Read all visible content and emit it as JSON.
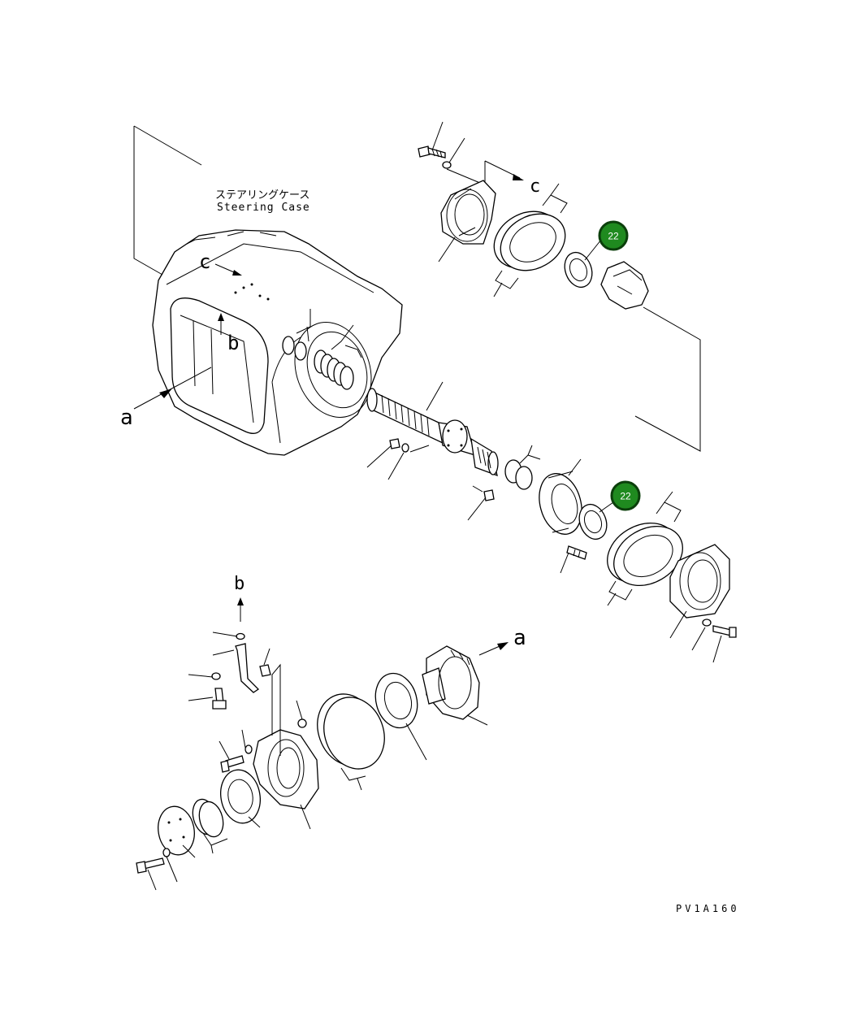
{
  "labels": {
    "case_jp": "ステアリングケース",
    "case_en": "Steering Case",
    "ref_a_main": "a",
    "ref_a_lower": "a",
    "ref_b_main": "b",
    "ref_b_lower": "b",
    "ref_c_main": "c",
    "ref_c_upper": "c",
    "drawing_code": "PV1A160"
  },
  "callouts": [
    {
      "number": "22",
      "color": "#1f8a1f"
    },
    {
      "number": "22",
      "color": "#1f8a1f"
    }
  ]
}
